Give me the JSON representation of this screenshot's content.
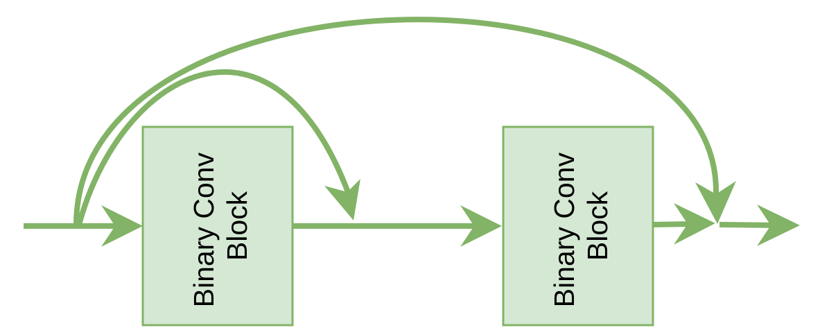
{
  "colors": {
    "edge": "#82b366",
    "block_fill": "#d5e8d4",
    "block_stroke": "#82b366",
    "text": "#000000",
    "background": "#ffffff"
  },
  "blocks": [
    {
      "line1": "Binary Conv",
      "line2": "Block"
    },
    {
      "line1": "Binary Conv",
      "line2": "Block"
    }
  ]
}
